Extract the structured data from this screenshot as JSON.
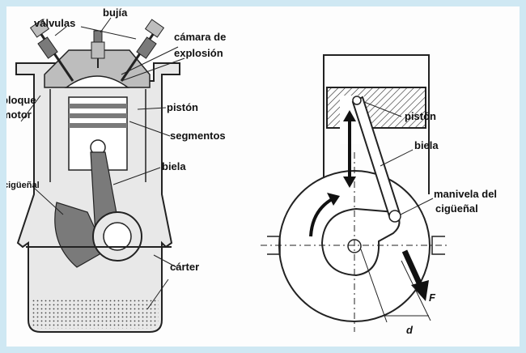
{
  "left_diagram": {
    "labels": {
      "valvulas": "válvulas",
      "bujia": "bujía",
      "camara_line1": "cámara de",
      "camara_line2": "explosión",
      "bloque_line1": "bloque",
      "bloque_line2": "motor",
      "piston": "pistón",
      "segmentos": "segmentos",
      "biela": "biela",
      "ciguenal": "cigüeñal",
      "carter": "cárter"
    }
  },
  "right_diagram": {
    "labels": {
      "piston": "pistón",
      "biela": "biela",
      "manivela_line1": "manivela del",
      "manivela_line2": "cigüeñal",
      "force": "F",
      "distance": "d"
    }
  },
  "colors": {
    "frame_bg": "#cfe8f3",
    "stroke": "#222222",
    "fill_light": "#e8e8e8",
    "fill_mid": "#bdbdbd",
    "fill_dark": "#7a7a7a"
  }
}
